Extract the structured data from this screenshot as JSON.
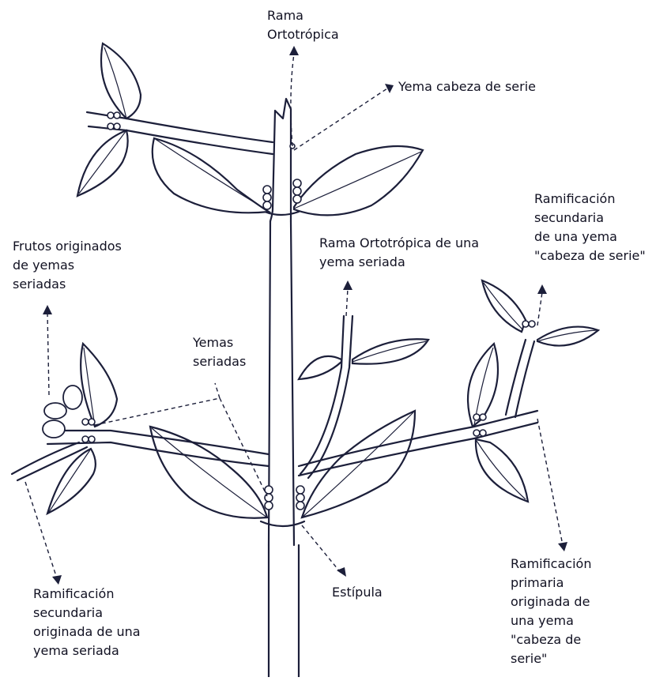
{
  "labels": {
    "rama_ortotropica": "Rama\nOrtotrópica",
    "yema_cabeza_serie": "Yema cabeza de serie",
    "ramificacion_secundaria_cabeza": "Ramificación\nsecundaria\nde una yema\n\"cabeza de serie\"",
    "frutos_originados": "Frutos originados\nde yemas\nseriadas",
    "rama_ortotropica_yema": "Rama Ortotrópica de una\nyema seriada",
    "yemas_seriadas": "Yemas\nseriadas",
    "ramificacion_secundaria_seriada": "Ramificación\nsecundaria\noriginada de una\nyema seriada",
    "estipula": "Estípula",
    "ramificacion_primaria": "Ramificación\nprimaria\noriginada de\nuna yema\n\"cabeza de\nserie\""
  }
}
